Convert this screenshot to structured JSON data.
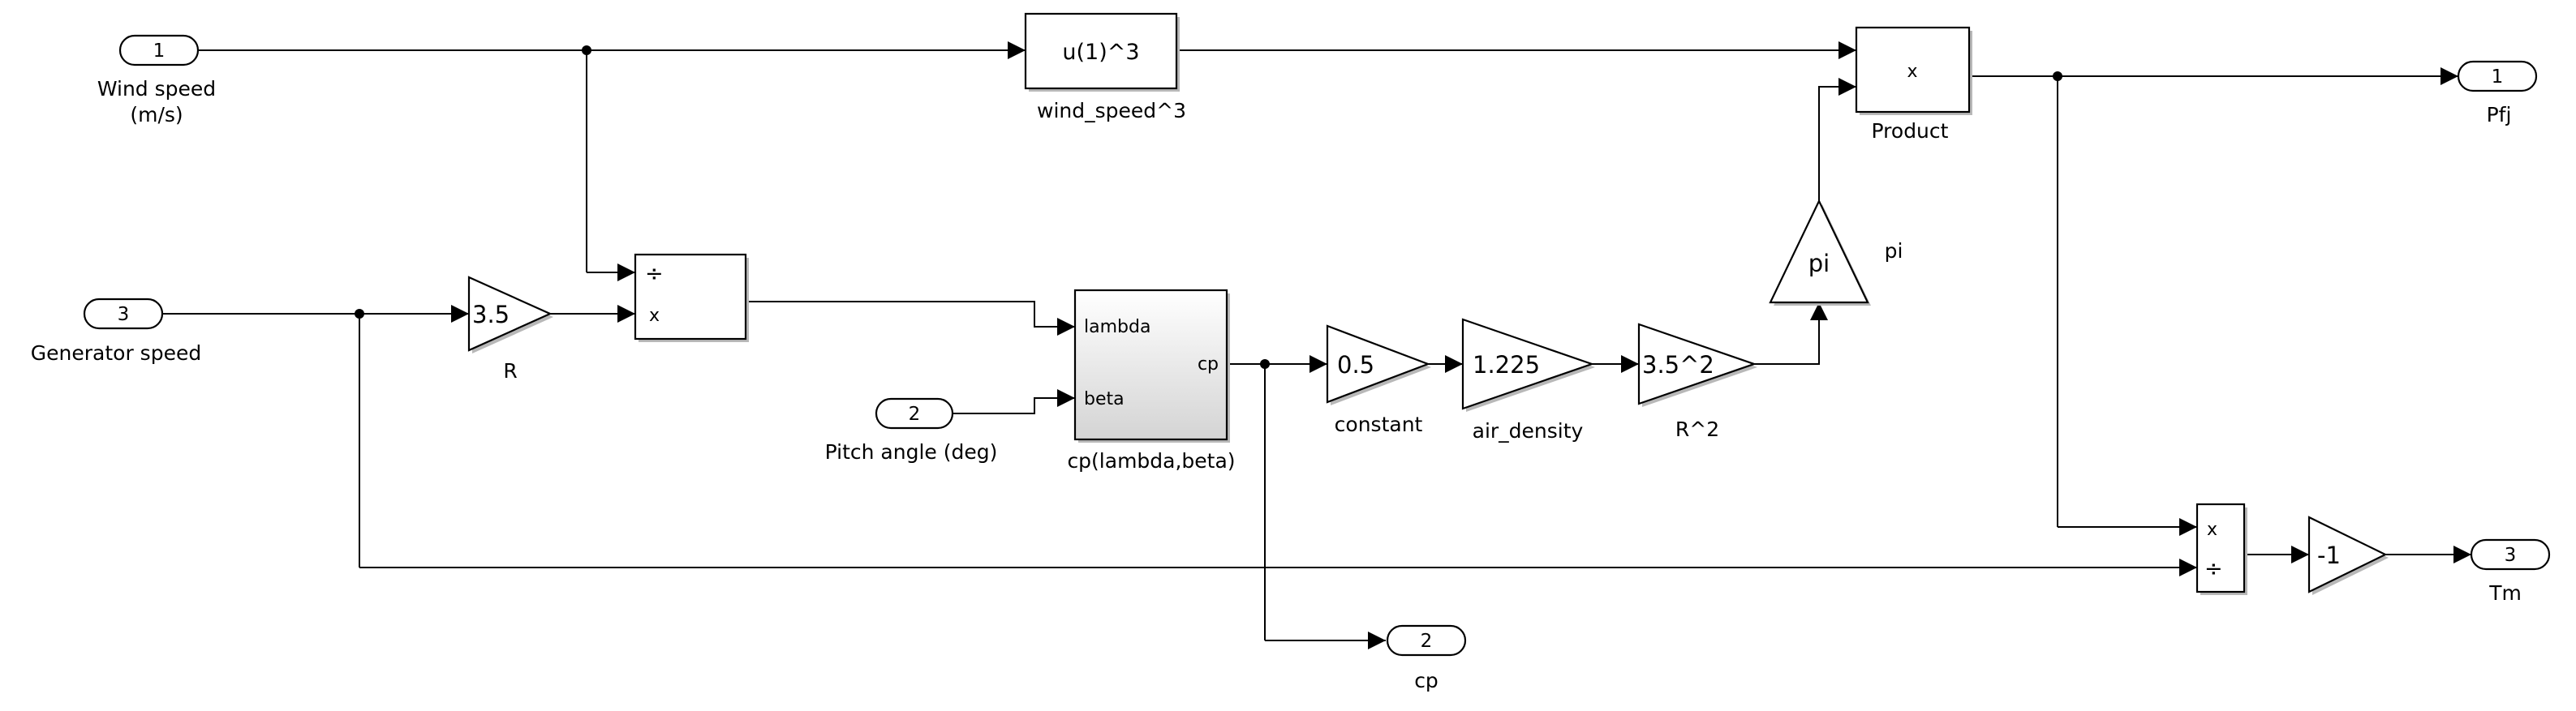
{
  "inports": [
    {
      "number": "1",
      "label_lines": [
        "Wind speed",
        "(m/s)"
      ]
    },
    {
      "number": "3",
      "label_lines": [
        "Generator speed"
      ]
    },
    {
      "number": "2",
      "label_lines": [
        "Pitch angle (deg)"
      ]
    }
  ],
  "outports": [
    {
      "number": "1",
      "label": "Pfj"
    },
    {
      "number": "3",
      "label": "Tm"
    },
    {
      "number": "2",
      "label": "cp"
    }
  ],
  "blocks": {
    "fcn": {
      "text": "u(1)^3",
      "label": "wind_speed^3"
    },
    "product": {
      "sign": "x",
      "label": "Product"
    },
    "divide": {
      "num_sign": "÷",
      "den_sign": "x"
    },
    "cp_table": {
      "in1": "lambda",
      "in2": "beta",
      "out": "cp",
      "label": "cp(lambda,beta)"
    },
    "divide2": {
      "num_sign": "x",
      "den_sign": "÷"
    }
  },
  "gains": {
    "R": {
      "value": "3.5",
      "label": "R"
    },
    "constant": {
      "value": "0.5",
      "label": "constant"
    },
    "air_density": {
      "value": "1.225",
      "label": "air_density"
    },
    "R2": {
      "value": "3.5^2",
      "label": "R^2"
    },
    "pi": {
      "value": "pi",
      "label": "pi"
    },
    "neg": {
      "value": "-1",
      "label": ""
    }
  }
}
